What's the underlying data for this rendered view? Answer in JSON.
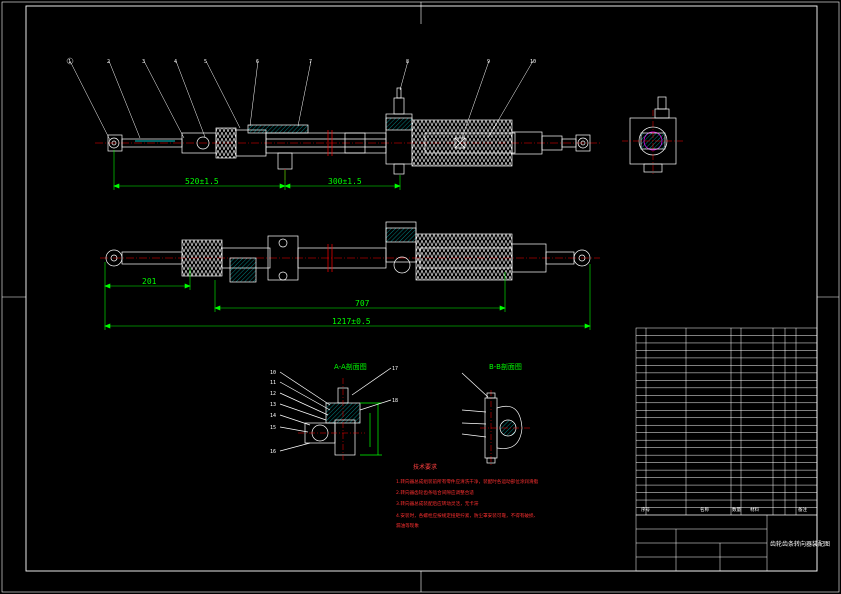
{
  "dimensions": {
    "top_left": "520±1.5",
    "top_right": "300±1.5",
    "bottom_left": "201",
    "bottom_middle": "707",
    "bottom_total": "1217±0.5"
  },
  "section_views": {
    "a_a": "A-A剖面图",
    "b_b": "B-B剖面图"
  },
  "technical_requirements": {
    "title": "技术要求",
    "items": [
      "1.转向器总成组装前所有零件应清洗干净，装配时各运动部位涂润滑脂",
      "2.转向器齿轮齿条啮合间隙应调整合适",
      "3.转向器总成装配后应转动灵活，无卡滞",
      "4.安装时，各螺栓应按规定扭矩拧紧，防尘罩安装可靠，不得有破损、",
      "   漏油等现象"
    ]
  },
  "title_block": {
    "drawing_title": "齿轮齿条转向器装配图",
    "header_seq": "序号",
    "header_name": "名称",
    "header_qty": "数量",
    "header_material": "材料",
    "header_remark": "备注"
  },
  "balloons_top": [
    "1",
    "2",
    "3",
    "4",
    "5",
    "6",
    "7",
    "8",
    "9",
    "10"
  ],
  "balloons_section": [
    "10",
    "11",
    "12",
    "13",
    "14",
    "15",
    "16",
    "17",
    "18"
  ],
  "colors": {
    "background": "#000000",
    "outline": "#ffffff",
    "dimension": "#00ff00",
    "centerline": "#ff0000",
    "hatch": "#00ffff",
    "note": "#ff3030"
  }
}
